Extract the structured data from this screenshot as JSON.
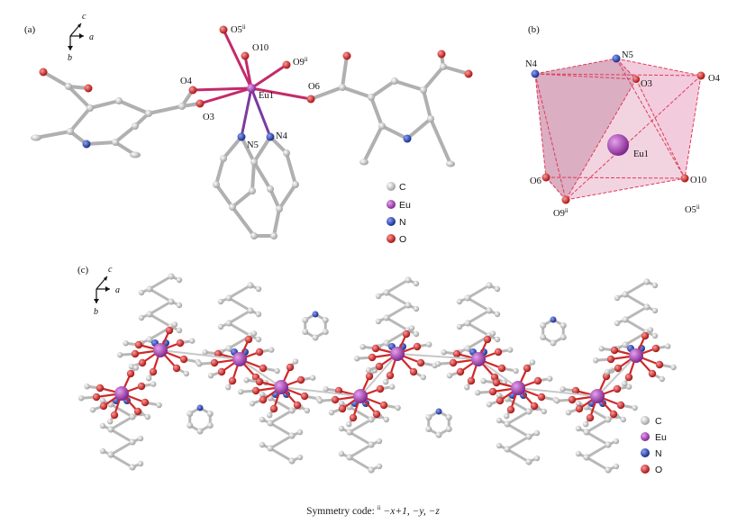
{
  "panels": [
    {
      "label": "(a)"
    },
    {
      "label": "(b)"
    },
    {
      "label": "(c)"
    }
  ],
  "axes_labels": [
    "c",
    "a",
    "b"
  ],
  "atom_labels_a": [
    "O5",
    "O10",
    "O9",
    "O4",
    "Eu1",
    "O6",
    "O3",
    "N5",
    "N4"
  ],
  "atom_labels_b": [
    "N4",
    "N5",
    "O3",
    "O4",
    "Eu1",
    "O6",
    "O10",
    "O9",
    "O5"
  ],
  "symmetry_superscript": "ii",
  "legend": [
    {
      "label": "C",
      "color": "#c8c8c8"
    },
    {
      "label": "Eu",
      "color": "#a040b0"
    },
    {
      "label": "N",
      "color": "#1f3fae"
    },
    {
      "label": "O",
      "color": "#e01818"
    }
  ],
  "caption": {
    "prefix": "Symmetry code: ",
    "sup": "ii",
    "code": " −x+1, −y, −z"
  }
}
